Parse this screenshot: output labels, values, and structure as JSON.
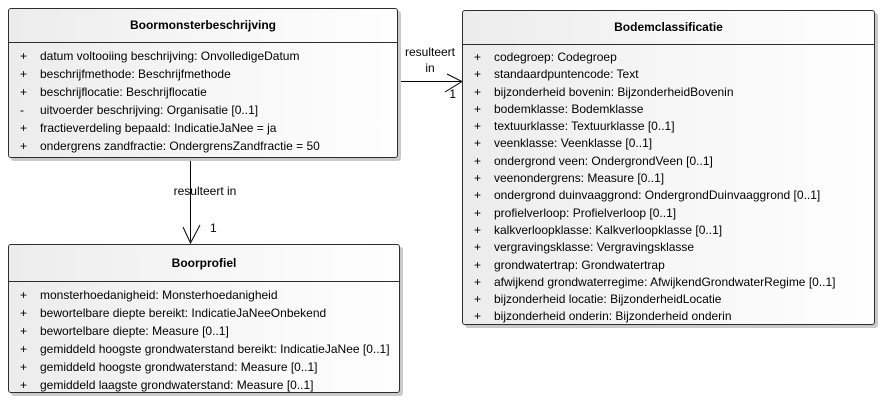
{
  "diagram": {
    "classes": [
      {
        "title": "Boormonsterbeschrijving",
        "attributes": [
          {
            "vis": "+",
            "text": "datum voltooiing beschrijving: OnvolledigeDatum"
          },
          {
            "vis": "+",
            "text": "beschrijfmethode: Beschrijfmethode"
          },
          {
            "vis": "+",
            "text": "beschrijflocatie: Beschrijflocatie"
          },
          {
            "vis": "-",
            "text": "uitvoerder beschrijving: Organisatie [0..1]"
          },
          {
            "vis": "+",
            "text": "fractieverdeling bepaald: IndicatieJaNee = ja"
          },
          {
            "vis": "+",
            "text": "ondergrens zandfractie: OndergrensZandfractie = 50"
          }
        ]
      },
      {
        "title": "Bodemclassificatie",
        "attributes": [
          {
            "vis": "+",
            "text": "codegroep: Codegroep"
          },
          {
            "vis": "+",
            "text": "standaardpuntencode: Text"
          },
          {
            "vis": "+",
            "text": "bijzonderheid bovenin: BijzonderheidBovenin"
          },
          {
            "vis": "+",
            "text": "bodemklasse: Bodemklasse"
          },
          {
            "vis": "+",
            "text": "textuurklasse: Textuurklasse [0..1]"
          },
          {
            "vis": "+",
            "text": "veenklasse: Veenklasse [0..1]"
          },
          {
            "vis": "+",
            "text": "ondergrond veen: OndergrondVeen [0..1]"
          },
          {
            "vis": "+",
            "text": "veenondergrens: Measure [0..1]"
          },
          {
            "vis": "+",
            "text": "ondergrond duinvaaggrond: OndergrondDuinvaaggrond [0..1]"
          },
          {
            "vis": "+",
            "text": "profielverloop: Profielverloop [0..1]"
          },
          {
            "vis": "+",
            "text": "kalkverloopklasse: Kalkverloopklasse [0..1]"
          },
          {
            "vis": "+",
            "text": "vergravingsklasse: Vergravingsklasse"
          },
          {
            "vis": "+",
            "text": "grondwatertrap: Grondwatertrap"
          },
          {
            "vis": "+",
            "text": "afwijkend grondwaterregime: AfwijkendGrondwaterRegime [0..1]"
          },
          {
            "vis": "+",
            "text": "bijzonderheid locatie: BijzonderheidLocatie"
          },
          {
            "vis": "+",
            "text": "bijzonderheid onderin: Bijzonderheid onderin"
          }
        ]
      },
      {
        "title": "Boorprofiel",
        "attributes": [
          {
            "vis": "+",
            "text": "monsterhoedanigheid: Monsterhoedanigheid"
          },
          {
            "vis": "+",
            "text": "bewortelbare diepte bereikt: IndicatieJaNeeOnbekend"
          },
          {
            "vis": "+",
            "text": "bewortelbare diepte: Measure [0..1]"
          },
          {
            "vis": "+",
            "text": "gemiddeld hoogste grondwaterstand bereikt: IndicatieJaNee [0..1]"
          },
          {
            "vis": "+",
            "text": "gemiddeld hoogste grondwaterstand: Measure [0..1]"
          },
          {
            "vis": "+",
            "text": "gemiddeld laagste grondwaterstand: Measure [0..1]"
          }
        ]
      }
    ],
    "connectors": [
      {
        "source": "Boormonsterbeschrijving",
        "target": "Bodemclassificatie",
        "label_line1": "resulteert",
        "label_line2": "in",
        "multiplicity": "1"
      },
      {
        "source": "Boormonsterbeschrijving",
        "target": "Boorprofiel",
        "label": "resulteert in",
        "multiplicity": "1"
      }
    ],
    "colors": {
      "box_fill_left": "#ececec",
      "box_fill_right": "#fefefe",
      "box_border": "#2d2d2d",
      "shadow": "#c9c9c9",
      "line": "#000000",
      "text": "#000000"
    }
  }
}
